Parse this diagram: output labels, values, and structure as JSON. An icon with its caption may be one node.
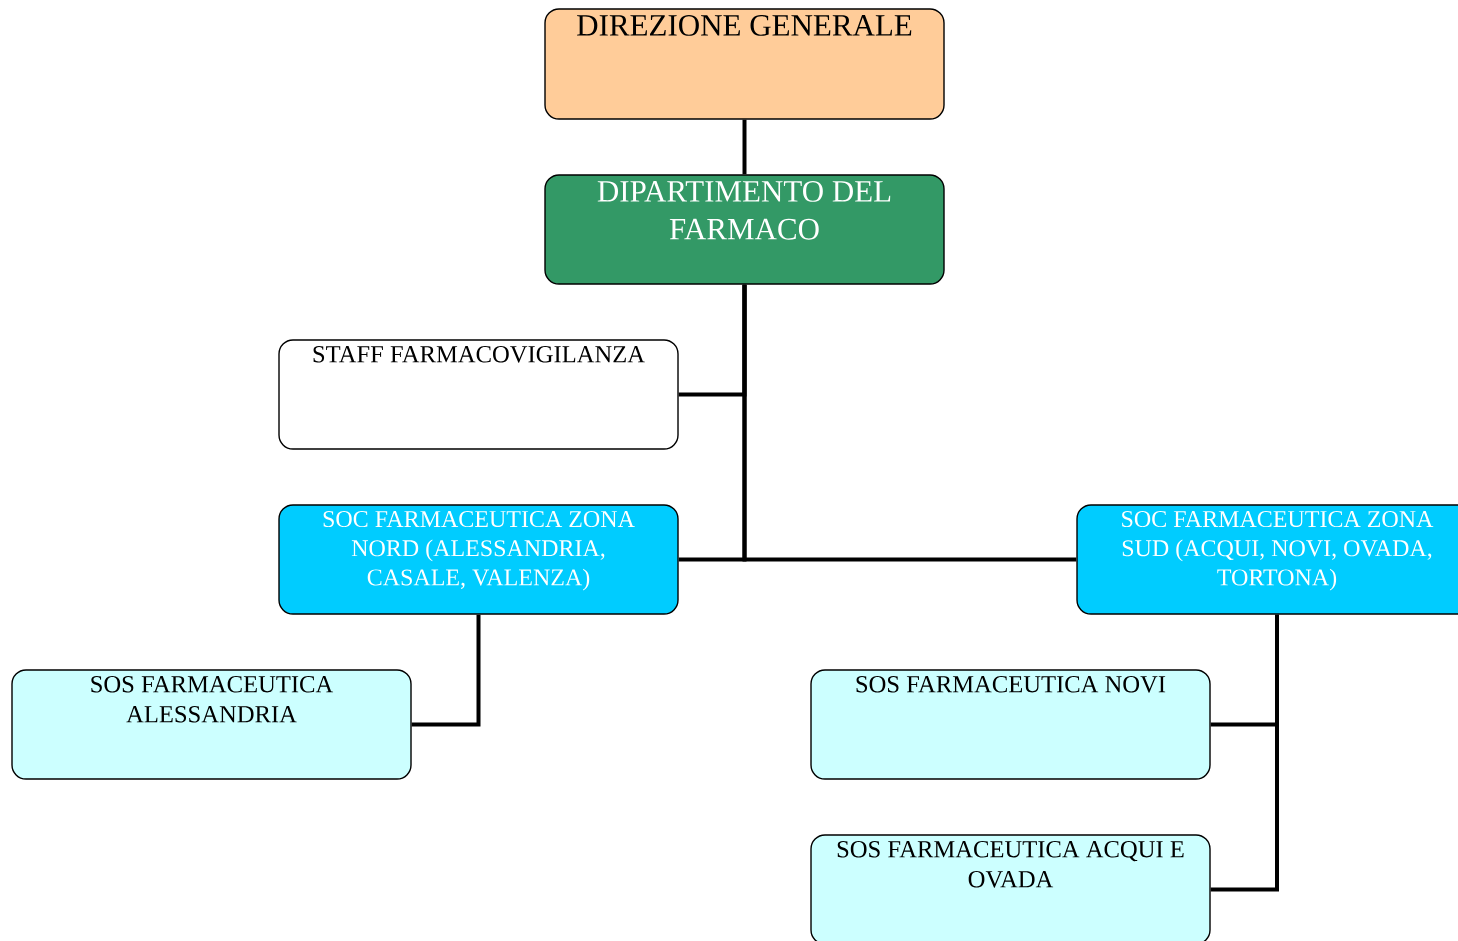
{
  "diagram": {
    "nodes": [
      {
        "text": [
          "DIREZIONE GENERALE"
        ]
      },
      {
        "text": [
          "DIPARTIMENTO DEL FARMACO"
        ]
      },
      {
        "text": [
          "STAFF FARMACOVIGILANZA"
        ]
      },
      {
        "text": [
          "SOC FARMACEUTICA ZONA NORD (ALESSANDRIA, CASALE, VALENZA)"
        ]
      },
      {
        "text": [
          "SOC FARMACEUTICA ZONA SUD (ACQUI, NOVI, OVADA, TORTONA)"
        ]
      },
      {
        "text": [
          "SOS FARMACEUTICA ALESSANDRIA"
        ]
      },
      {
        "text": [
          "SOS FARMACEUTICA NOVI"
        ]
      },
      {
        "text": [
          "SOS FARMACEUTICA ACQUI E OVADA"
        ]
      }
    ],
    "edges": [
      {
        "from": 0,
        "to": 1,
        "arrow": "none"
      },
      {
        "from": 1,
        "to": 2,
        "arrow": "none"
      },
      {
        "from": 1,
        "to": 3,
        "arrow": "none"
      },
      {
        "from": 1,
        "to": 4,
        "arrow": "none"
      },
      {
        "from": 3,
        "to": 5,
        "arrow": "none"
      },
      {
        "from": 4,
        "to": 6,
        "arrow": "none"
      },
      {
        "from": 4,
        "to": 7,
        "arrow": "none"
      }
    ]
  }
}
